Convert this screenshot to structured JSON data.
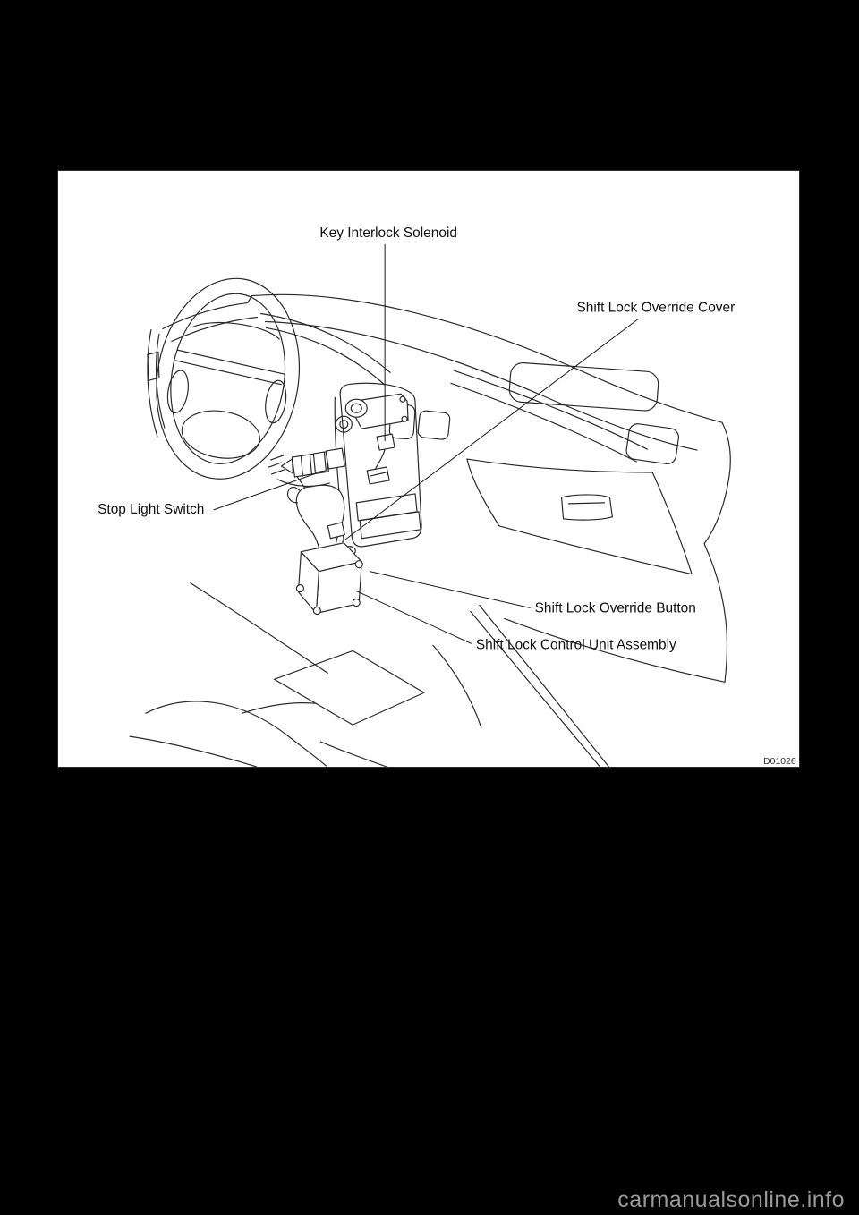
{
  "page": {
    "background": "#000000",
    "watermark": "carmanualsonline.info"
  },
  "figure": {
    "code": "D01026",
    "labels": {
      "key_interlock_solenoid": "Key Interlock Solenoid",
      "shift_lock_override_cover": "Shift Lock Override Cover",
      "stop_light_switch": "Stop Light Switch",
      "shift_lock_override_button": "Shift Lock Override Button",
      "shift_lock_control_unit": "Shift Lock Control Unit Assembly"
    },
    "colors": {
      "paper": "#ffffff",
      "line": "#2b2b2b",
      "label_text": "#111111",
      "watermark_text": "#9a9a9a"
    }
  }
}
